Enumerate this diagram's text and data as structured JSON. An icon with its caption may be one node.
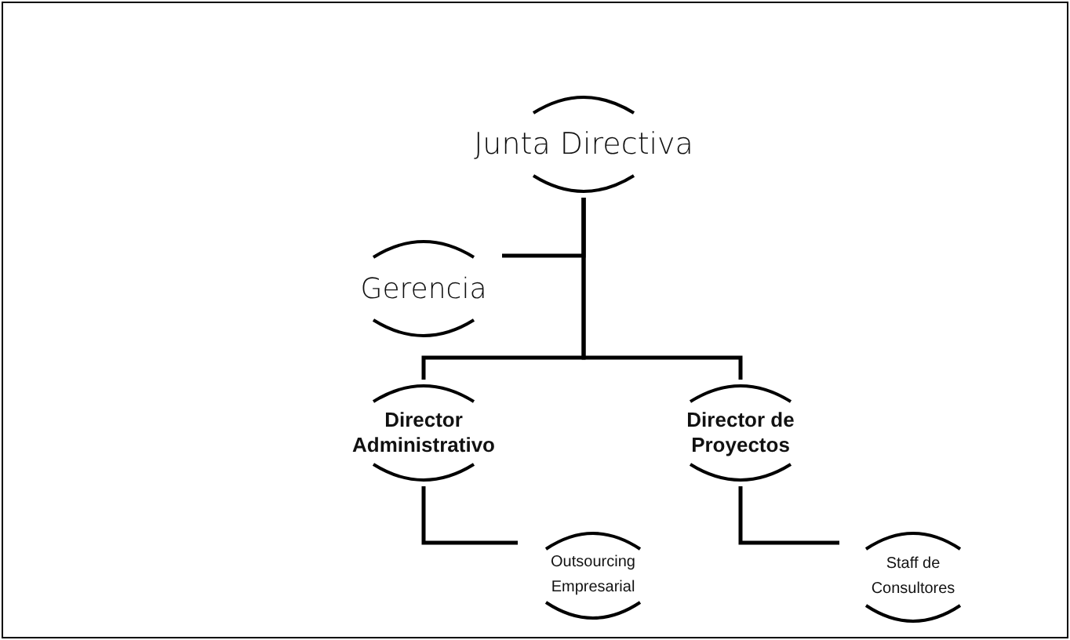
{
  "diagram": {
    "nodes": [
      {
        "text": [
          "Junta Directiva"
        ]
      },
      {
        "text": [
          "Gerencia"
        ]
      },
      {
        "text": [
          "Director Administrativo"
        ]
      },
      {
        "text": [
          "Director de Proyectos"
        ]
      },
      {
        "text": [
          "Outsourcing Empresarial"
        ]
      },
      {
        "text": [
          "Staff de Consultores"
        ]
      }
    ],
    "edges": [
      {
        "from": 0,
        "to": 1,
        "arrow": "none"
      },
      {
        "from": 0,
        "to": 2,
        "arrow": "none"
      },
      {
        "from": 0,
        "to": 3,
        "arrow": "none"
      },
      {
        "from": 2,
        "to": 4,
        "arrow": "none"
      },
      {
        "from": 3,
        "to": 5,
        "arrow": "none"
      }
    ]
  }
}
